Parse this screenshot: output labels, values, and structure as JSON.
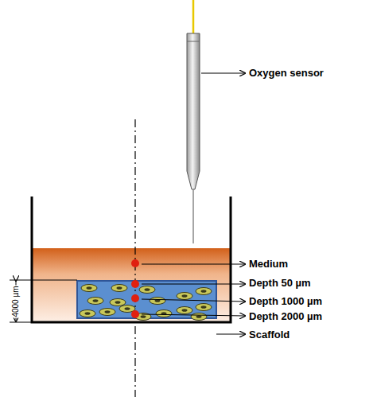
{
  "diagram": {
    "labels": [
      "Oxygen sensor",
      "Medium",
      "Depth 50 µm",
      "Depth 1000 µm",
      "Depth 2000 µm",
      "Scaffold",
      "4000 µm"
    ]
  }
}
